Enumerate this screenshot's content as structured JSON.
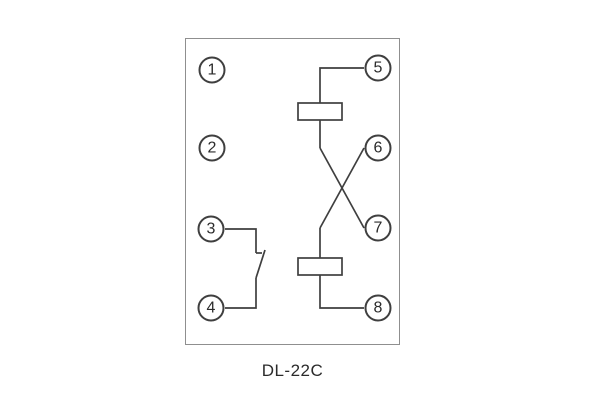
{
  "colors": {
    "bg": "#ffffff",
    "stroke": "#3f3f3f",
    "box-border": "#8f8f8f",
    "text": "#2b2b2b"
  },
  "diagram": {
    "model_label": "DL-22C",
    "terminals": [
      "1",
      "2",
      "3",
      "4",
      "5",
      "6",
      "7",
      "8"
    ],
    "components": {
      "upper_coil": "coil-symbol",
      "lower_coil": "coil-symbol",
      "left_contact": "normally-open-contact-symbol"
    }
  }
}
